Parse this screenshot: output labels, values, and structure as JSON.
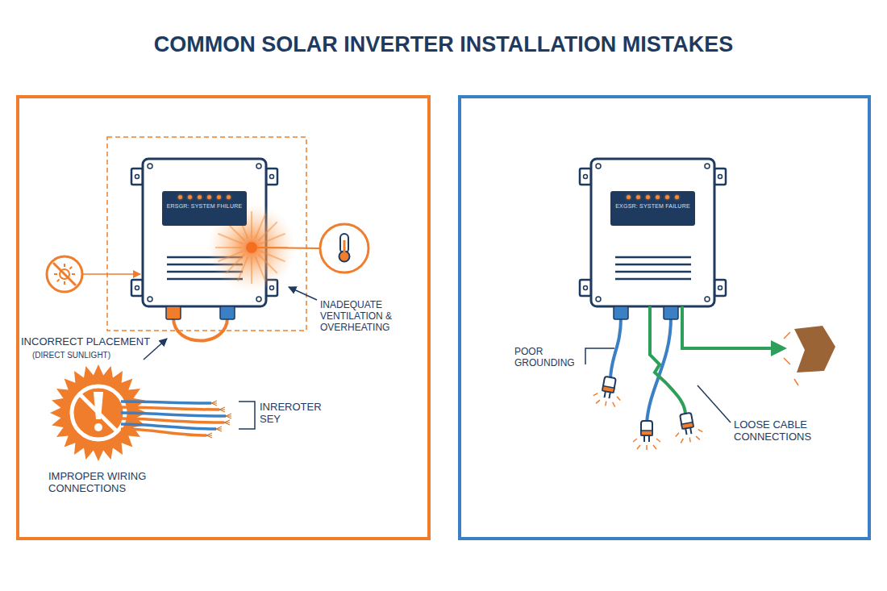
{
  "diagram": {
    "title": "COMMON SOLAR INVERTER INSTALLATION MISTAKES",
    "nodes": [
      {
        "text": [
          "ERSGR: SYSTEM FHILURE"
        ]
      },
      {
        "text": [
          "EXGSR: SYSTEM FAILURE"
        ]
      }
    ],
    "labels": [
      "INCORRECT PLACEMENT",
      "(DIRECT SUNLIGHT)",
      "INADEQUATE VENTILATION & OVERHEATING",
      "INREROTER SEY",
      "IMPROPER WIRING CONNECTIONS",
      "POOR GROUNDING",
      "LOOSE CABLE CONNECTIONS"
    ]
  }
}
